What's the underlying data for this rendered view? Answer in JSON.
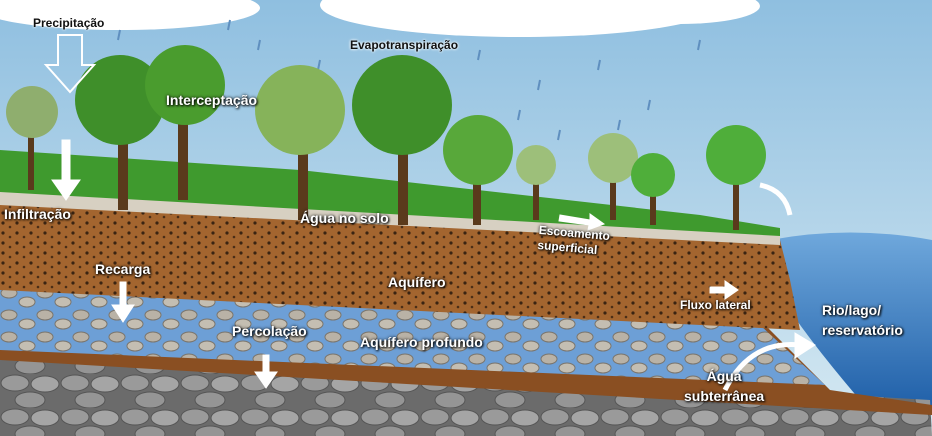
{
  "labels": {
    "precipitation": "Precipitação",
    "evapotranspiration": "Evapotranspiração",
    "interception": "Interceptação",
    "infiltration": "Infiltração",
    "soil_water": "Água no solo",
    "runoff_line1": "Escoamento",
    "runoff_line2": "superficial",
    "recharge": "Recarga",
    "aquifer": "Aquífero",
    "lateral_flow": "Fluxo lateral",
    "reservoir_line1": "Rio/lago/",
    "reservoir_line2": "reservatório",
    "percolation": "Percolação",
    "deep_aquifer": "Aquífero profundo",
    "groundwater_line1": "Água",
    "groundwater_line2": "subterrânea"
  },
  "colors": {
    "sky": "#a9cfe6",
    "grass": "#3f9a2e",
    "soil": "#a0612f",
    "aquifer": "#6f9fd8",
    "bedrock": "#8c8c8c",
    "water": "#3f7fc4"
  }
}
